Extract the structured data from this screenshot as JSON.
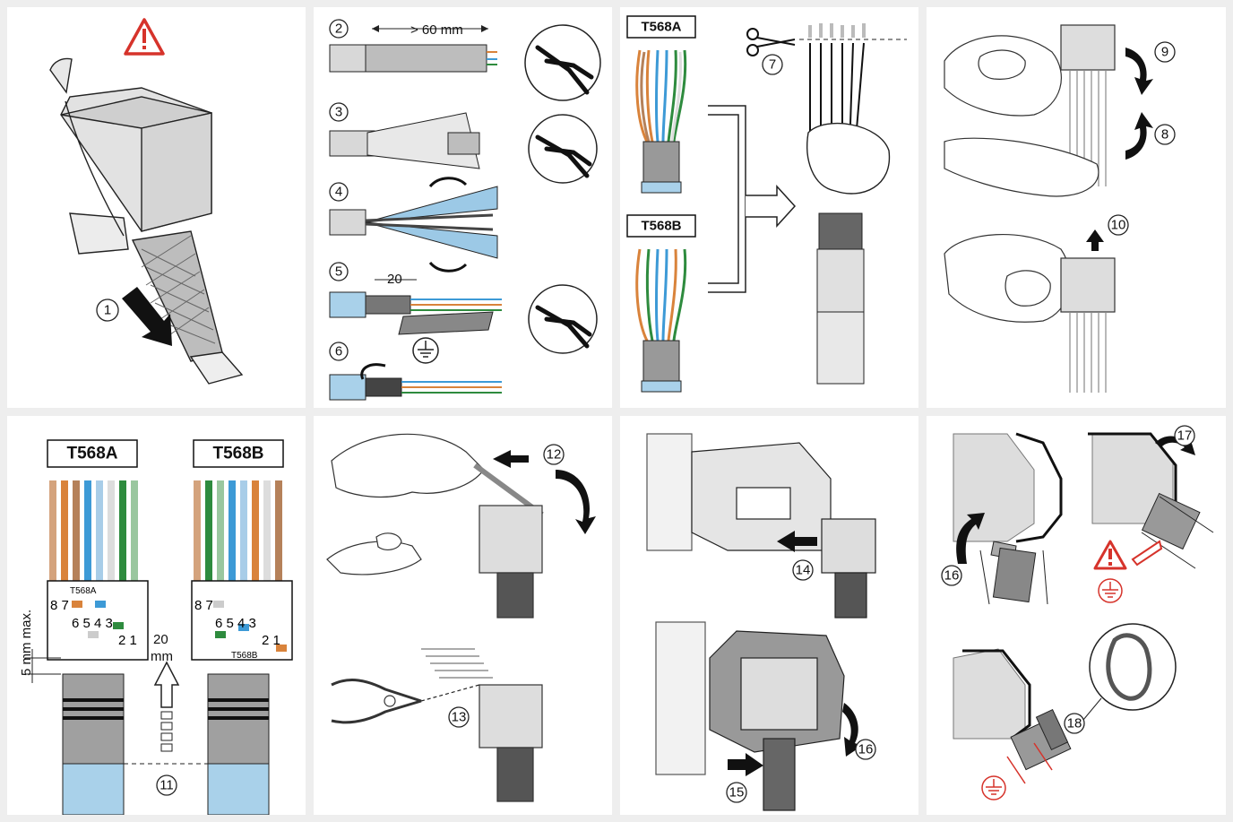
{
  "steps": [
    "1",
    "2",
    "3",
    "4",
    "5",
    "6",
    "7",
    "8",
    "9",
    "10",
    "11",
    "12",
    "13",
    "14",
    "15",
    "16",
    "16",
    "17",
    "18"
  ],
  "labels": {
    "t568a": "T568A",
    "t568b": "T568B",
    "dim_60": "> 60 mm",
    "dim_20": "20",
    "dim_20mm_num": "20",
    "dim_20mm_unit": "mm",
    "dim_5mm": "5 mm max.",
    "pins_87": "8 7",
    "pins_6543": "6 5 4 3",
    "pins_21": "2 1"
  },
  "colors": {
    "orange": "#d9833b",
    "blue": "#3d9ad6",
    "green": "#2e8b3e",
    "brown": "#b5815a",
    "warning_red": "#d6332b",
    "cable_blue": "#a9d1ea",
    "cable_grey": "#d0d0d0"
  },
  "icons": [
    "warning-triangle-icon",
    "scissors-icon",
    "ground-symbol-icon",
    "cutter-icon",
    "arrow-icon"
  ]
}
